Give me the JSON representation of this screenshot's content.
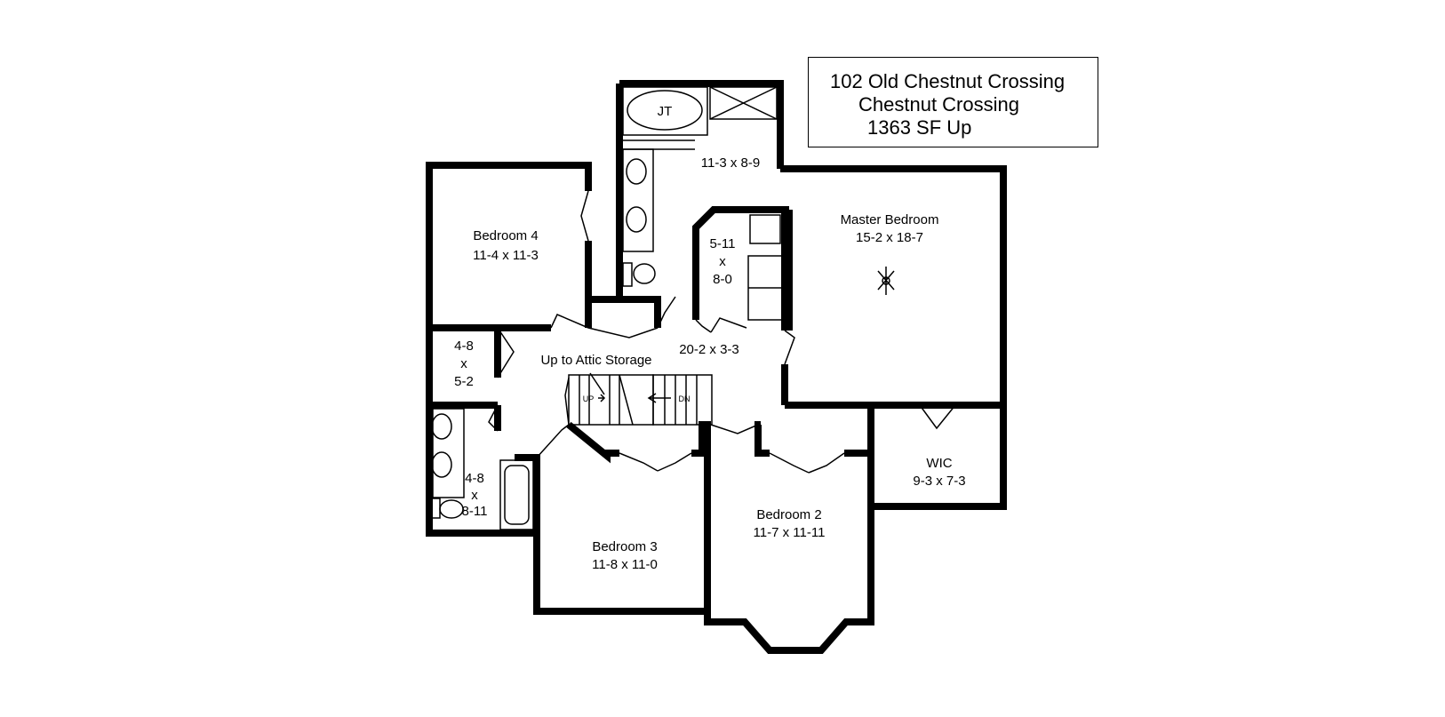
{
  "title_block": {
    "line1": "102 Old Chestnut Crossing",
    "line2": "Chestnut Crossing",
    "line3": "1363 SF Up"
  },
  "rooms": {
    "master_bath": {
      "size": "11-3 x 8-9"
    },
    "tub_label": "JT",
    "bedroom4": {
      "name": "Bedroom 4",
      "size": "11-4 x 11-3"
    },
    "closet_center": {
      "w": "5-11",
      "x": "x",
      "d": "8-0"
    },
    "master_bedroom": {
      "name": "Master Bedroom",
      "size": "15-2 x 18-7"
    },
    "closet_left": {
      "w": "4-8",
      "x": "x",
      "d": "5-2"
    },
    "hall": {
      "size": "20-2 x 3-3"
    },
    "attic_note": "Up to Attic Storage",
    "stair_up": "UP",
    "stair_down": "DN",
    "hall_bath": {
      "w": "4-8",
      "x": "x",
      "d": "8-11"
    },
    "wic": {
      "name": "WIC",
      "size": "9-3 x 7-3"
    },
    "bedroom2": {
      "name": "Bedroom 2",
      "size": "11-7 x 11-11"
    },
    "bedroom3": {
      "name": "Bedroom 3",
      "size": "11-8 x 11-0"
    }
  }
}
